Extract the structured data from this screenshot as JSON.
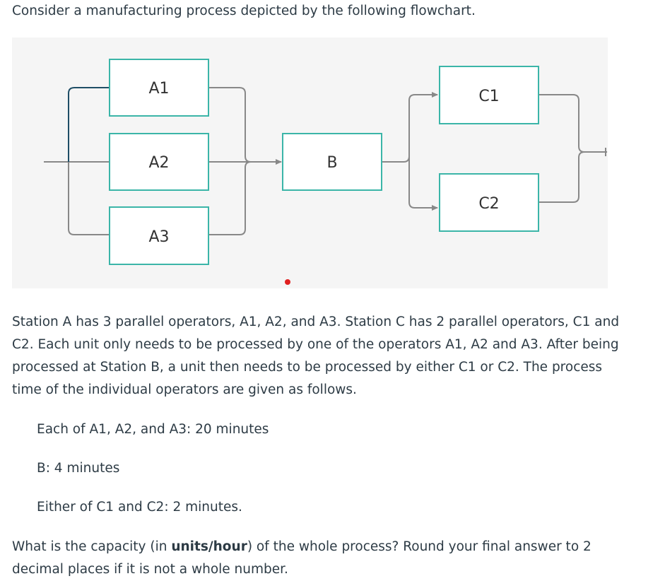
{
  "intro": "Consider a manufacturing process depicted by the following flowchart.",
  "diagram": {
    "nodes": [
      "A1",
      "A2",
      "A3",
      "B",
      "C1",
      "C2"
    ],
    "colors": {
      "box_border": "#3bb5a8",
      "line": "#888888",
      "dark_line": "#1f4e66",
      "background": "#f5f5f5",
      "red_dot": "#e02020"
    }
  },
  "para1": "Station A has 3 parallel operators, A1, A2, and A3. Station C has 2 parallel operators, C1 and C2. Each unit only needs to be processed by one of the operators A1, A2 and A3. After being processed at Station B, a unit then needs to be processed by either C1 or C2. The process time of the individual operators are given as follows.",
  "times": {
    "a": "Each of A1, A2, and A3: 20 minutes",
    "b": "B: 4 minutes",
    "c": "Either of C1 and C2: 2 minutes."
  },
  "question": {
    "before": "What is the capacity (in ",
    "bold": "units/hour",
    "after": ") of the whole process? Round your final answer to 2 decimal places if it is not a whole number."
  }
}
